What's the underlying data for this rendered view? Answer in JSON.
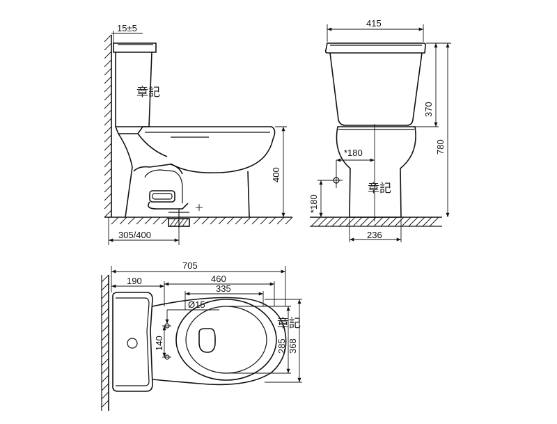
{
  "side_view": {
    "dim_wall_gap": "15±5",
    "dim_rough_in": "305/400",
    "dim_seat_height": "400",
    "watermark": "章記"
  },
  "front_view": {
    "dim_tank_width": "415",
    "dim_tank_height": "370",
    "dim_total_height": "780",
    "dim_inlet_offset_x": "*180",
    "dim_inlet_height": "*180",
    "dim_base_width": "236",
    "watermark": "章記"
  },
  "top_view": {
    "dim_total_length": "705",
    "dim_tank_depth": "190",
    "dim_seat_length": "460",
    "dim_bowl_length": "335",
    "dim_bolt_hole": "Ø15",
    "dim_bolt_spacing": "140",
    "dim_bowl_width": "285",
    "dim_seat_width": "368",
    "watermark": "章記"
  }
}
